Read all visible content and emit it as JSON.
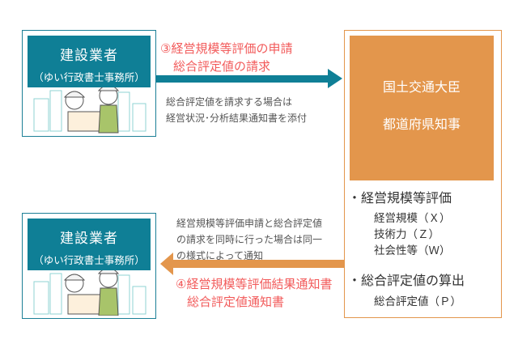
{
  "contractor_top": {
    "title": "建設業者",
    "subtitle": "（ゆい行政書士事務所）"
  },
  "contractor_bottom": {
    "title": "建設業者",
    "subtitle": "（ゆい行政書士事務所）"
  },
  "request": {
    "line1": "③経営規模等評価の申請",
    "line2": "総合評定値の請求",
    "note1": "総合評定値を請求する場合は",
    "note2": "経営状況･分析結果通知書を添付"
  },
  "notice": {
    "note1": "経営規模等評価申請と総合評定値",
    "note2": "の請求を同時に行った場合は同一",
    "note3": "の様式によって通知",
    "line1": "④経営規模等評価結果通知書",
    "line2": "総合評定値通知書"
  },
  "authority": {
    "line1": "国土交通大臣",
    "line2": "都道府県知事"
  },
  "evaluation": {
    "heading": "・経営規模等評価",
    "items": [
      "経営規模（Ｘ）",
      "技術力（Ｚ）",
      "社会性等（Ｗ）"
    ]
  },
  "total": {
    "heading": "・総合評定値の算出",
    "items": [
      "総合評定値（Ｐ）"
    ]
  },
  "colors": {
    "teal": "#0f7f96",
    "orange": "#e3964c",
    "red": "#f25b5b"
  }
}
